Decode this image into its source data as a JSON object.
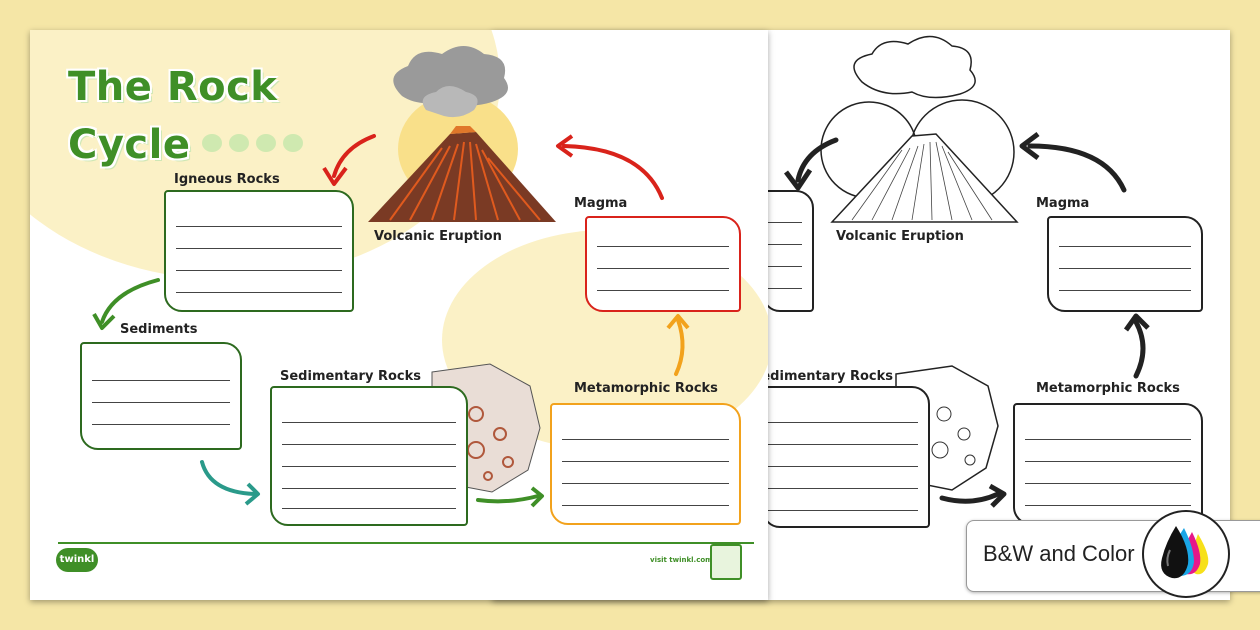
{
  "worksheet": {
    "title_line1": "The Rock",
    "title_line2": "Cycle",
    "labels": {
      "igneous": "Igneous Rocks",
      "volcanic": "Volcanic Eruption",
      "magma": "Magma",
      "sediments": "Sediments",
      "sedimentary": "Sedimentary Rocks",
      "metamorphic": "Metamorphic Rocks"
    },
    "footer": {
      "logo": "twinkl",
      "visit": "visit twinkl.com"
    }
  },
  "overlay": {
    "text": "B&W and Color"
  },
  "colors": {
    "background": "#f5e6a6",
    "green": "#3f8f27",
    "dark_green": "#2d6a1f",
    "red": "#d9231b",
    "orange": "#f2a21c",
    "teal": "#2a9a8a"
  },
  "icons": [
    "volcano-icon",
    "rock-icon",
    "arrow-icon",
    "ink-drops-icon"
  ]
}
